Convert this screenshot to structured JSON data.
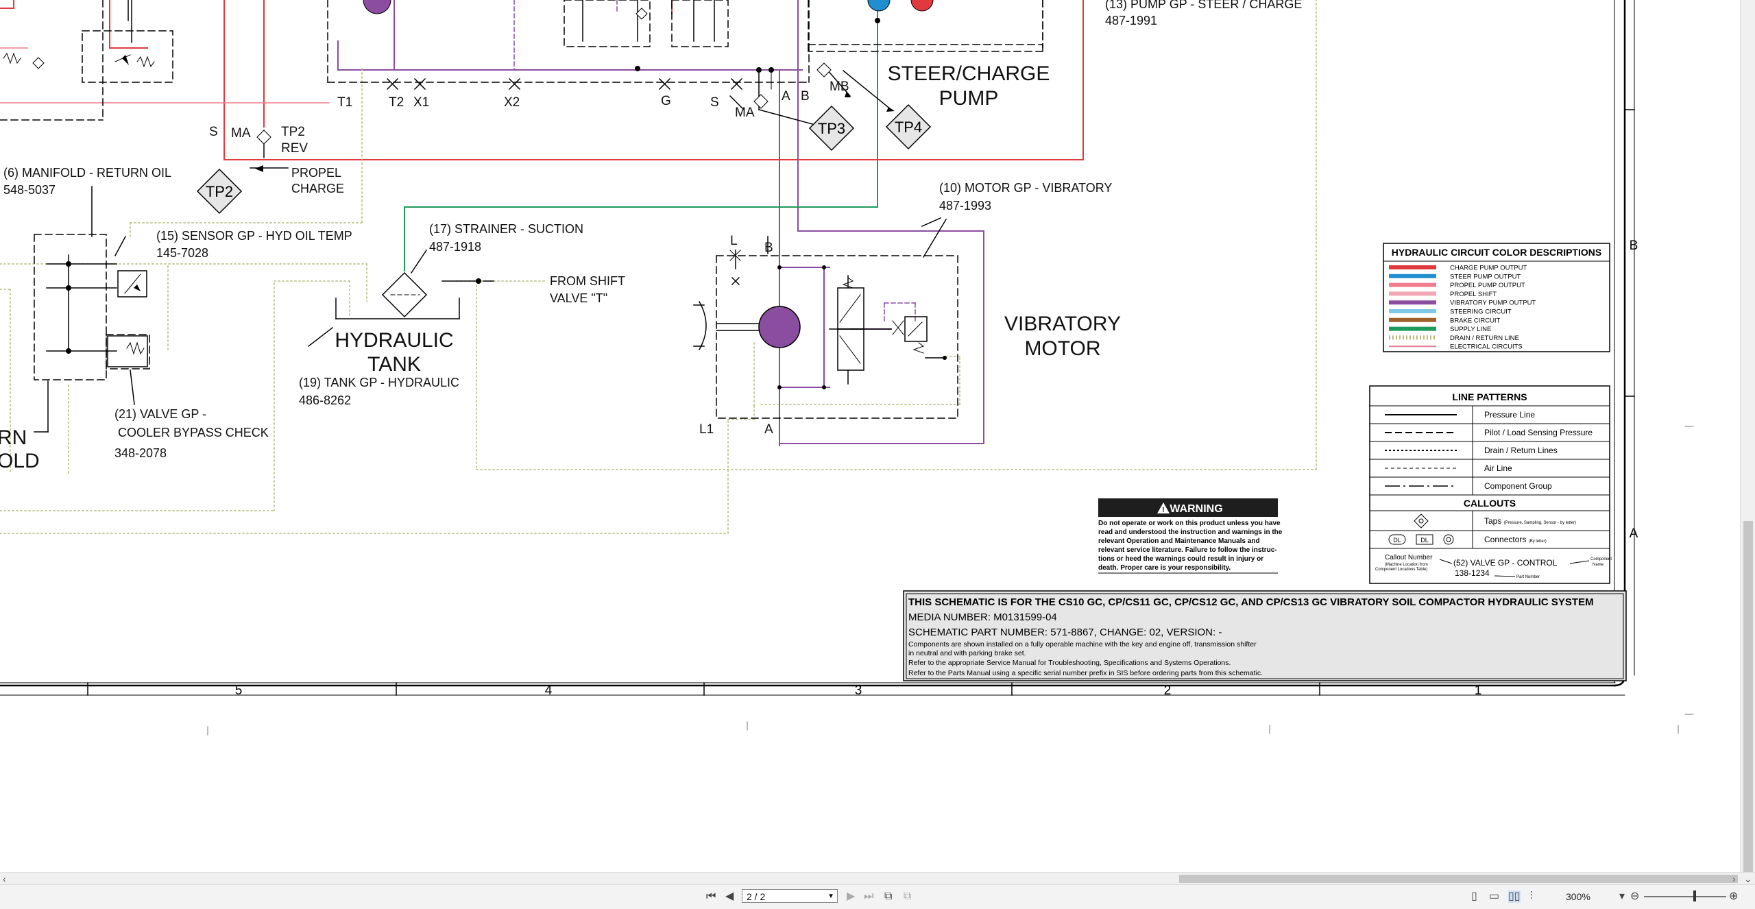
{
  "app": {
    "page_field": "2 / 2",
    "zoom": "300%"
  },
  "labels": {
    "pump_gp_13": "(13) PUMP GP -  STEER / CHARGE",
    "pump_gp_13_pn": "487-1991",
    "steer_charge_1": "STEER/CHARGE",
    "steer_charge_2": "PUMP",
    "manifold_6": "(6) MANIFOLD -  RETURN OIL",
    "manifold_6_pn": "548-5037",
    "propel_1": "PROPEL",
    "propel_2": "CHARGE",
    "sensor_15": "(15) SENSOR GP -  HYD OIL TEMP",
    "sensor_15_pn": "145-7028",
    "strainer_17": "(17) STRAINER -  SUCTION",
    "strainer_17_pn": "487-1918",
    "from_shift_1": "FROM SHIFT",
    "from_shift_2": "VALVE \"T\"",
    "hyd_tank_1": "HYDRAULIC",
    "hyd_tank_2": "TANK",
    "tank_19": "(19) TANK GP -  HYDRAULIC",
    "tank_19_pn": "486-8262",
    "valve_21_1": "(21) VALVE GP -",
    "valve_21_2": "COOLER BYPASS CHECK",
    "valve_21_pn": "348-2078",
    "manifold_frag_1": "RN",
    "manifold_frag_2": "OLD",
    "motor_10": "(10) MOTOR GP -  VIBRATORY",
    "motor_10_pn": "487-1993",
    "vib_motor_1": "VIBRATORY",
    "vib_motor_2": "MOTOR",
    "ports": {
      "T1": "T1",
      "T2": "T2",
      "X1": "X1",
      "X2": "X2",
      "G": "G",
      "S": "S",
      "S2": "S",
      "MA": "MA",
      "MA2": "MA",
      "A": "A",
      "B": "B",
      "MB": "MB",
      "TP2": "TP2",
      "REV": "REV",
      "L": "L",
      "B2": "B",
      "L1": "L1",
      "A2": "A"
    },
    "taps": {
      "tp2": "TP2",
      "tp3": "TP3",
      "tp4": "TP4"
    }
  },
  "color_table": {
    "title": "HYDRAULIC CIRCUIT COLOR DESCRIPTIONS",
    "rows": [
      {
        "label": "CHARGE PUMP OUTPUT",
        "color": "#e0393e"
      },
      {
        "label": "STEER PUMP OUTPUT",
        "color": "#1f8fd0"
      },
      {
        "label": "PROPEL PUMP OUTPUT",
        "color": "#f07d8c"
      },
      {
        "label": "PROPEL SHIFT",
        "color": "#f4a6b2"
      },
      {
        "label": "VIBRATORY PUMP OUTPUT",
        "color": "#8a4da0"
      },
      {
        "label": "STEERING CIRCUIT",
        "color": "#7fc9e6"
      },
      {
        "label": "BRAKE CIRCUIT",
        "color": "#a0602a"
      },
      {
        "label": "SUPPLY LINE",
        "color": "#1f9a5a"
      },
      {
        "label": "DRAIN / RETURN LINE",
        "color": "#b6bb7c"
      },
      {
        "label": "ELECTRICAL CIRCUITS",
        "color": "#e87a96"
      }
    ]
  },
  "line_patterns": {
    "title": "LINE PATTERNS",
    "rows": [
      "Pressure Line",
      "Pilot / Load Sensing Pressure",
      "Drain / Return Lines",
      "Air Line",
      "Component Group"
    ],
    "callouts_title": "CALLOUTS",
    "taps_label": "Taps",
    "taps_note": "(Pressure, Sampling, Sensor - by letter)",
    "connectors_label": "Connectors",
    "connectors_note": "(By letter)",
    "dl1": "DL",
    "dl2": "DL",
    "callout_number": "Callout Number",
    "callout_sub1": "(Machine Location from",
    "callout_sub2": "Component Locations Table)",
    "example_1": "(52) VALVE GP - CONTROL",
    "example_2": "138-1234",
    "component_name_1": "Component",
    "component_name_2": "Name",
    "part_number": "Part Number"
  },
  "warning": {
    "title": "WARNING",
    "lines": [
      "Do not operate or work on this product unless you have",
      "read and understood the instruction and warnings in the",
      "relevant Operation and Maintenance Manuals and",
      "relevant service literature. Failure to follow the instruc-",
      "tions or heed the warnings could result in injury or",
      "death. Proper care is your responsibility."
    ]
  },
  "title_block": {
    "title": "THIS SCHEMATIC IS FOR THE CS10 GC, CP/CS11 GC, CP/CS12 GC, AND CP/CS13 GC VIBRATORY SOIL COMPACTOR HYDRAULIC SYSTEM",
    "media": "MEDIA NUMBER: M0131599-04",
    "part": "SCHEMATIC PART NUMBER: 571-8867, CHANGE: 02, VERSION: -",
    "note1": "Components are shown installed on a fully operable machine with the key and engine off, transmission shifter",
    "note2": "in neutral and with parking brake set.",
    "note3": "Refer to the appropriate Service Manual for Troubleshooting, Specifications and Systems Operations.",
    "note4": "Refer to the Parts Manual using a specific serial number prefix in SIS before ordering parts from this schematic."
  },
  "grid": {
    "cols": [
      "5",
      "4",
      "3",
      "2",
      "1"
    ],
    "rows": [
      "B",
      "A"
    ]
  }
}
